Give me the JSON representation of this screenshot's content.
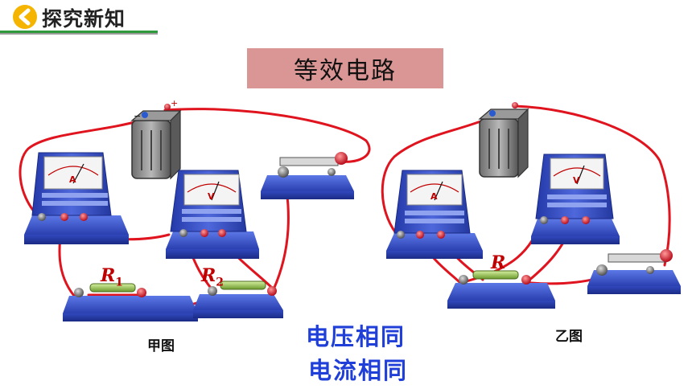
{
  "header": {
    "title": "探究新知"
  },
  "topic": {
    "title": "等效电路"
  },
  "figures": {
    "left": {
      "caption": "甲图",
      "r1": {
        "letter": "R",
        "sub": "1"
      },
      "r2": {
        "letter": "R",
        "sub": "2"
      },
      "ammeter_letter": "A",
      "voltmeter_letter": "V"
    },
    "right": {
      "caption": "乙图",
      "r": {
        "letter": "R"
      },
      "ammeter_letter": "A",
      "voltmeter_letter": "V"
    }
  },
  "battery": {
    "minus": "−",
    "plus": "+"
  },
  "conclusions": [
    "电压相同",
    "电流相同"
  ],
  "colors": {
    "accent_green": "#2e9a3b",
    "badge": "#f5b400",
    "topic_bg": "#d99694",
    "wire": "#e0141e",
    "meter_base": "#2f46b8",
    "conclusion_text": "#1f3fd8"
  }
}
